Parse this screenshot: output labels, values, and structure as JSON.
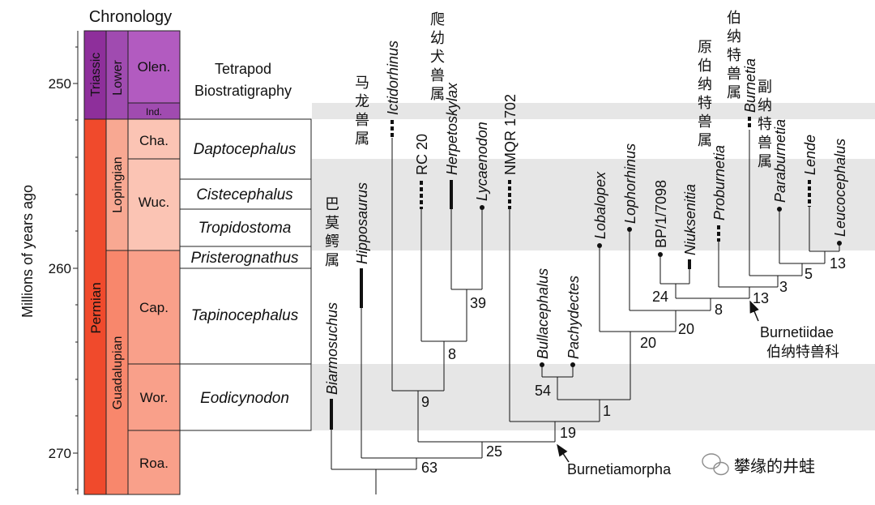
{
  "colors": {
    "permian": "#f04a2c",
    "triassic": "#8e2f9b",
    "lower_triassic": "#a04bb0",
    "olenekian": "#b25bc0",
    "induan": "#a04bb0",
    "lopingian": "#f8a892",
    "guadalupian": "#f8876c",
    "lopingian_stage": "#fbc4b4",
    "guadalupian_stage": "#f9a08a",
    "shade": "#e6e6e6",
    "watermark": "#8c8c8c"
  },
  "chronology": {
    "title": "Chronology",
    "axis_label": "Millions of years ago",
    "ticks": [
      "250",
      "260",
      "270"
    ],
    "periods": {
      "triassic": "Triassic",
      "permian": "Permian"
    },
    "epochs": {
      "lower": "Lower",
      "lopingian": "Lopingian",
      "guadalupian": "Guadalupian"
    },
    "stages": {
      "olen": "Olen.",
      "ind": "Ind.",
      "cha": "Cha.",
      "wuc": "Wuc.",
      "cap": "Cap.",
      "wor": "Wor.",
      "roa": "Roa."
    }
  },
  "biostratigraphy": {
    "title_line1": "Tetrapod",
    "title_line2": "Biostratigraphy",
    "zones": [
      "Daptocephalus",
      "Cistecephalus",
      "Tropidostoma",
      "Pristerognathus",
      "Tapinocephalus",
      "Eodicynodon"
    ]
  },
  "taxa": {
    "biarmosuchus": "Biarmosuchus",
    "biarmosuchus_cn": [
      "巴",
      "莫",
      "鳄",
      "属"
    ],
    "hipposaurus": "Hipposaurus",
    "hipposaurus_cn": [
      "马",
      "龙",
      "兽",
      "属"
    ],
    "ictidorhinus": "Ictidorhinus",
    "rc20": "RC 20",
    "herpetoskylax": "Herpetoskylax",
    "herpetoskylax_cn": [
      "爬",
      "幼",
      "犬",
      "兽",
      "属"
    ],
    "lycaenodon": "Lycaenodon",
    "nmqr": "NMQR 1702",
    "bullacephalus": "Bullacephalus",
    "pachydectes": "Pachydectes",
    "lobalopex": "Lobalopex",
    "lophorhinus": "Lophorhinus",
    "bp": "BP/1/7098",
    "niuksenitia": "Niuksenitia",
    "proburnetia": "Proburnetia",
    "proburnetia_cn": [
      "原",
      "伯",
      "纳",
      "特",
      "兽",
      "属"
    ],
    "burnetia": "Burnetia",
    "burnetia_cn": [
      "伯",
      "纳",
      "特",
      "兽",
      "属"
    ],
    "paraburnetia": "Paraburnetia",
    "paraburnetia_cn": [
      "副",
      "纳",
      "特",
      "兽",
      "属"
    ],
    "lende": "Lende",
    "leucocephalus": "Leucocephalus"
  },
  "nodes": {
    "n63": "63",
    "n25": "25",
    "n19": "19",
    "n9": "9",
    "n8": "8",
    "n39": "39",
    "n1": "1",
    "n54": "54",
    "n20a": "20",
    "n20b": "20",
    "n8b": "8",
    "n24": "24",
    "n13a": "13",
    "n3": "3",
    "n5": "5",
    "n13b": "13"
  },
  "annotations": {
    "burnetiamorpha": "Burnetiamorpha",
    "burnetiidae": "Burnetiidae",
    "burnetiidae_cn": "伯纳特兽科"
  },
  "watermark": {
    "text": "攀缘的井蛙"
  }
}
